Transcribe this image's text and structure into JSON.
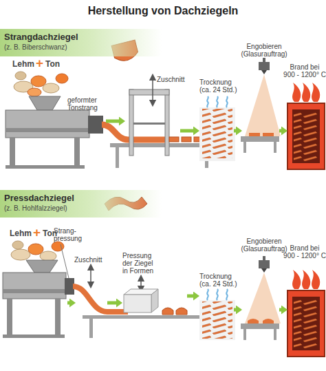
{
  "diagram": {
    "title": "Herstellung von Dachziegeln",
    "nodes": [
      {
        "text": [
          "Strangdachziegel",
          "(z. B. Biberschwanz)"
        ]
      },
      {
        "text": [
          "geformter Tonstrang"
        ]
      },
      {
        "text": [
          "Zuschnitt"
        ]
      },
      {
        "text": [
          "Trocknung (ca. 24 Std.)"
        ]
      },
      {
        "text": [
          "Engobieren (Glasurauftrag)"
        ]
      },
      {
        "text": [
          "Brand bei 900 - 1200° C"
        ]
      },
      {
        "text": [
          "Pressdachziegel",
          "(z. B. Hohlfalzziegel)"
        ]
      },
      {
        "text": [
          "Strang- pressung"
        ]
      },
      {
        "text": [
          "Zuschnitt"
        ]
      },
      {
        "text": [
          "Pressung der Ziegel in Formen"
        ]
      },
      {
        "text": [
          "Trocknung (ca. 24 Std.)"
        ]
      },
      {
        "text": [
          "Engobieren (Glasurauftrag)"
        ]
      },
      {
        "text": [
          "Brand bei 900 - 1200° C"
        ]
      }
    ],
    "edges": [
      {
        "from": 1,
        "to": 2,
        "arrow": "to"
      },
      {
        "from": 2,
        "to": 3,
        "arrow": "to"
      },
      {
        "from": 3,
        "to": 4,
        "arrow": "to"
      },
      {
        "from": 4,
        "to": 5,
        "arrow": "to"
      },
      {
        "from": 7,
        "to": 8,
        "arrow": "to"
      },
      {
        "from": 8,
        "to": 9,
        "arrow": "to"
      },
      {
        "from": 9,
        "to": 10,
        "arrow": "to"
      },
      {
        "from": 10,
        "to": 11,
        "arrow": "to"
      },
      {
        "from": 11,
        "to": 12,
        "arrow": "to"
      }
    ],
    "labels": [
      "Lehm",
      "+",
      "Ton",
      "Lehm",
      "+",
      "Ton"
    ]
  }
}
